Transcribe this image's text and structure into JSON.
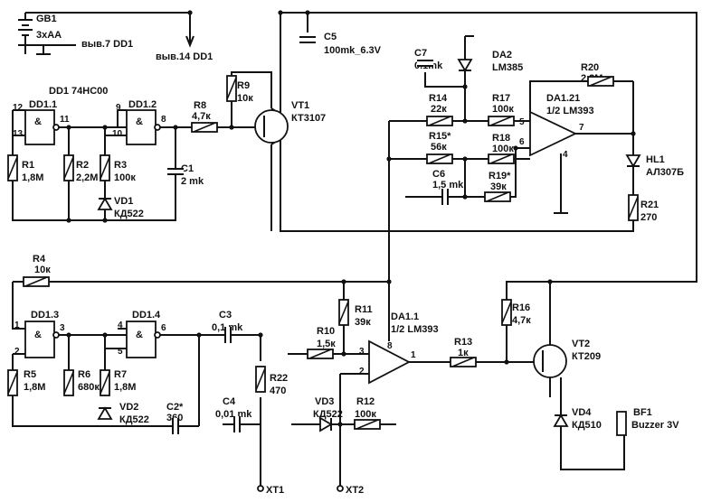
{
  "power": {
    "gb1": "GB1",
    "gb1_type": "3xAA",
    "to_pin7": "выв.7 DD1",
    "to_pin14": "выв.14 DD1",
    "c5": "C5",
    "c5_val": "100mk_6.3V"
  },
  "logic": {
    "dd1_title": "DD1  74HC00",
    "dd1_1": "DD1.1",
    "dd1_2": "DD1.2",
    "dd1_3": "DD1.3",
    "dd1_4": "DD1.4",
    "pins": [
      "12",
      "13",
      "11",
      "9",
      "10",
      "8",
      "1",
      "2",
      "3",
      "4",
      "5",
      "6"
    ]
  },
  "components": {
    "r1": [
      "R1",
      "1,8M"
    ],
    "r2": [
      "R2",
      "2,2M"
    ],
    "r3": [
      "R3",
      "100к"
    ],
    "vd1": [
      "VD1",
      "КД522"
    ],
    "r8": [
      "R8",
      "4,7к"
    ],
    "c1": [
      "C1",
      "2 mk"
    ],
    "r9": [
      "R9",
      "10к"
    ],
    "vt1": [
      "VT1",
      "КТ3107"
    ],
    "c7": [
      "C7",
      "0.1mk"
    ],
    "da2": [
      "DA2",
      "LM385"
    ],
    "r20": [
      "R20",
      "2,2M"
    ],
    "r14": [
      "R14",
      "22к"
    ],
    "r17": [
      "R17",
      "100к"
    ],
    "da1_2": [
      "DA1.21",
      "1/2 LM393"
    ],
    "r15": [
      "R15*",
      "56к"
    ],
    "r18": [
      "R18",
      "100к"
    ],
    "c6": [
      "C6",
      "1,5 mk"
    ],
    "r19": [
      "R19*",
      "39к"
    ],
    "hl1": [
      "HL1",
      "АЛ307Б"
    ],
    "r21": [
      "R21",
      "270"
    ],
    "r4": [
      "R4",
      "10к"
    ],
    "r5": [
      "R5",
      "1,8M"
    ],
    "r6": [
      "R6",
      "680к"
    ],
    "r7": [
      "R7",
      "1,8M"
    ],
    "vd2": [
      "VD2",
      "КД522"
    ],
    "c2": [
      "C2*",
      "360"
    ],
    "c3": [
      "C3",
      "0,1 mk"
    ],
    "r22": [
      "R22",
      "470"
    ],
    "c4": [
      "C4",
      "0,01 mk"
    ],
    "r11": [
      "R11",
      "39к"
    ],
    "r10": [
      "R10",
      "1,5к"
    ],
    "da1_1": [
      "DA1.1",
      "1/2 LM393"
    ],
    "r13": [
      "R13",
      "1к"
    ],
    "r16": [
      "R16",
      "4,7к"
    ],
    "vt2": [
      "VT2",
      "КТ209"
    ],
    "vd4": [
      "VD4",
      "КД510"
    ],
    "bf1": [
      "BF1",
      "Buzzer 3V"
    ],
    "vd3": [
      "VD3",
      "КД522"
    ],
    "r12": [
      "R12",
      "100к"
    ]
  },
  "opamp_pins": [
    "5",
    "6",
    "7",
    "4",
    "3",
    "2",
    "1",
    "8"
  ],
  "terminals": {
    "xt1": "XT1",
    "xt2": "XT2"
  }
}
